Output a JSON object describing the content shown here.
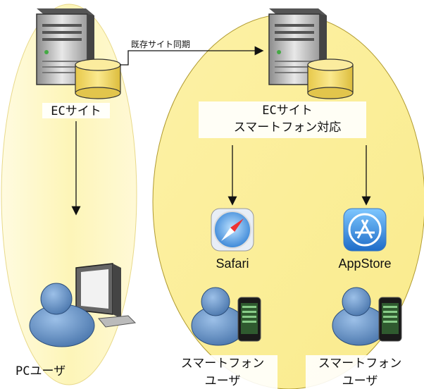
{
  "sync_label": "既存サイト同期",
  "left": {
    "server_label": "ECサイト",
    "user_label": "PCユーザ"
  },
  "right": {
    "server_label_1": "ECサイト",
    "server_label_2": "スマートフォン対応",
    "safari_label": "Safari",
    "appstore_label": "AppStore",
    "user1_line1": "スマートフォン",
    "user1_line2": "ユーザ",
    "user2_line1": "スマートフォン",
    "user2_line2": "ユーザ"
  },
  "colors": {
    "left_ellipse": "#fdf7c4",
    "right_ellipse": "#fbf0a0",
    "person": "#6a93c4",
    "db": "#f6e27a"
  }
}
